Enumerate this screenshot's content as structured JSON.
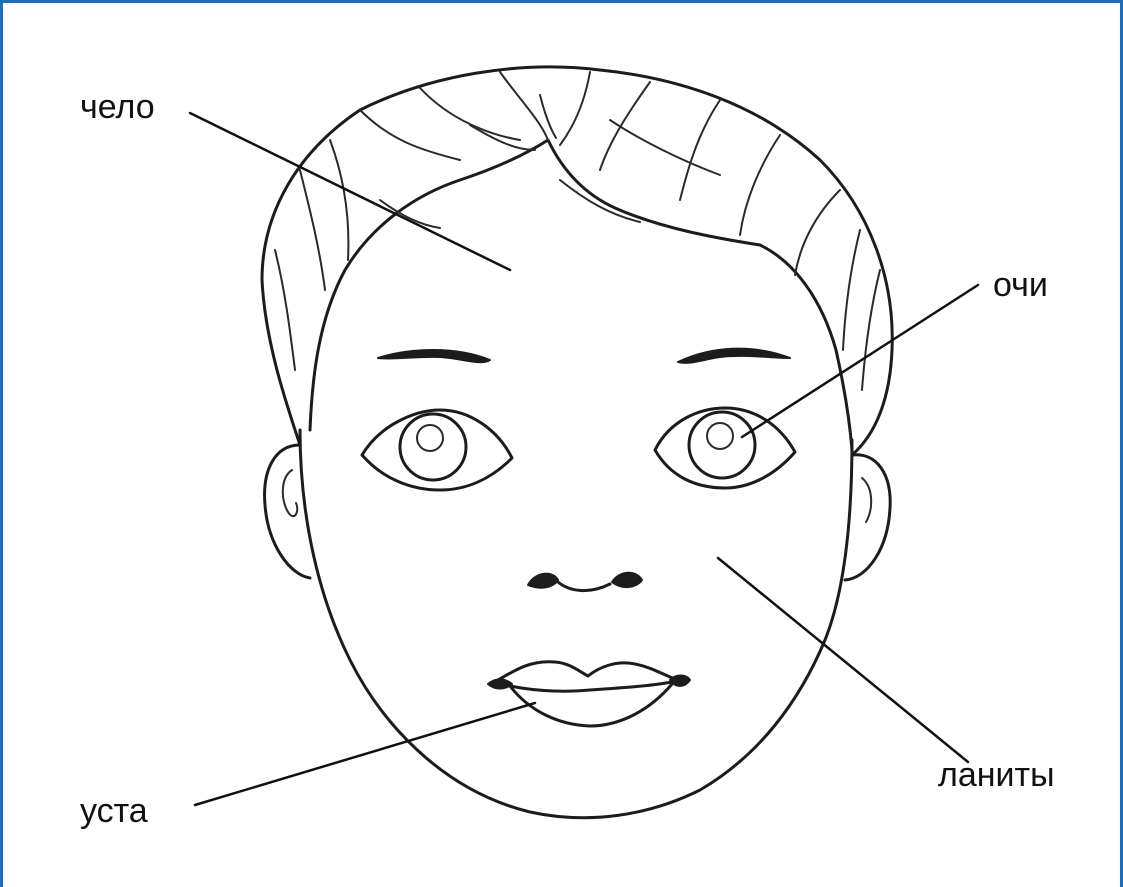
{
  "labels": {
    "forehead": "чело",
    "eyes": "очи",
    "cheeks": "ланиты",
    "lips": "уста"
  },
  "colors": {
    "frame_border": "#1a6fc4",
    "ink": "#1c1c1c",
    "background": "#ffffff"
  }
}
